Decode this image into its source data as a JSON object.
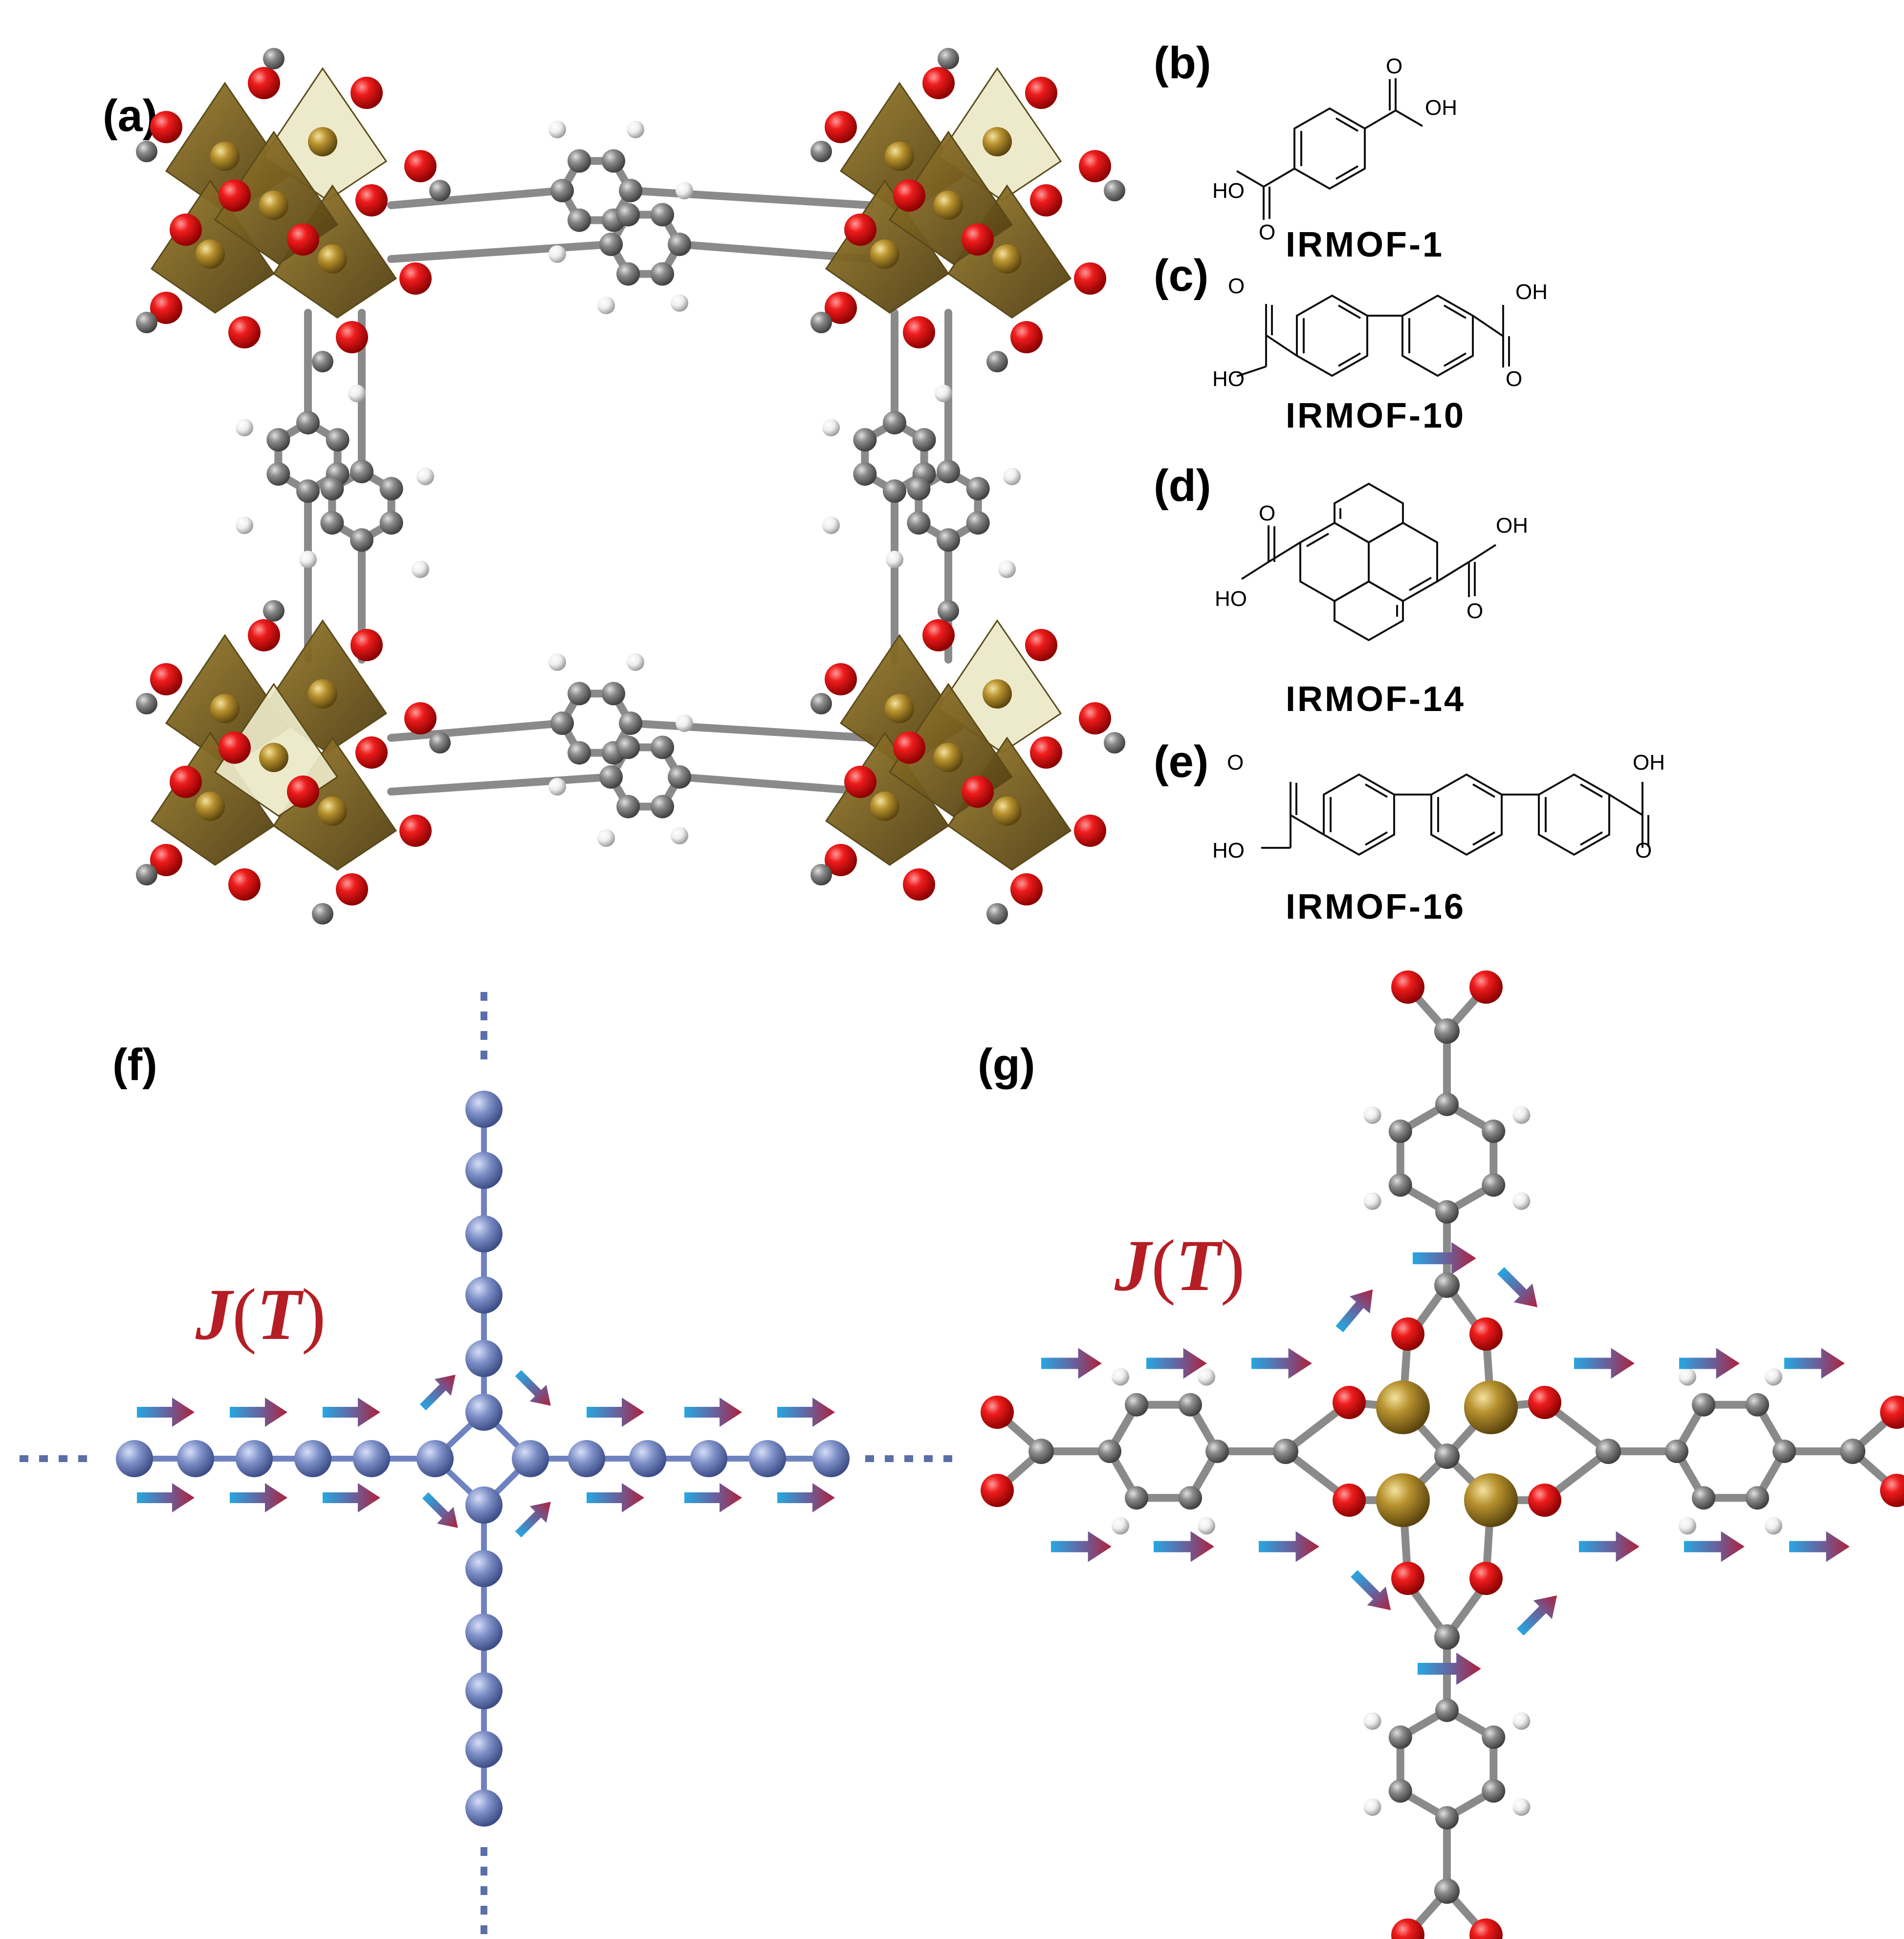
{
  "panels": {
    "a": "(a)",
    "b": "(b)",
    "c": "(c)",
    "d": "(d)",
    "e": "(e)",
    "f": "(f)",
    "g": "(g)"
  },
  "linkers": {
    "b": {
      "name": "IRMOF-1",
      "oh": "OH",
      "ho": "HO",
      "o": "O"
    },
    "c": {
      "name": "IRMOF-10",
      "oh": "OH",
      "ho": "HO",
      "o": "O"
    },
    "d": {
      "name": "IRMOF-14",
      "oh": "OH",
      "ho": "HO",
      "o": "O"
    },
    "e": {
      "name": "IRMOF-16",
      "oh": "OH",
      "ho": "HO",
      "o": "O"
    }
  },
  "flux": {
    "symbol": "J",
    "variable": "T",
    "open": "(",
    "close": ")"
  },
  "colors": {
    "oxygen": "#e01010",
    "carbon": "#7b7b7b",
    "hydrogen": "#f2f2f2",
    "zinc": "#b08a2a",
    "tetrahedron": "#7a6020",
    "tetrahedron_light": "#ece8c8",
    "bead": "#7d8fc7",
    "arrow_start": "#27a7e1",
    "arrow_end": "#b0203a",
    "label_red": "#b41e24"
  }
}
